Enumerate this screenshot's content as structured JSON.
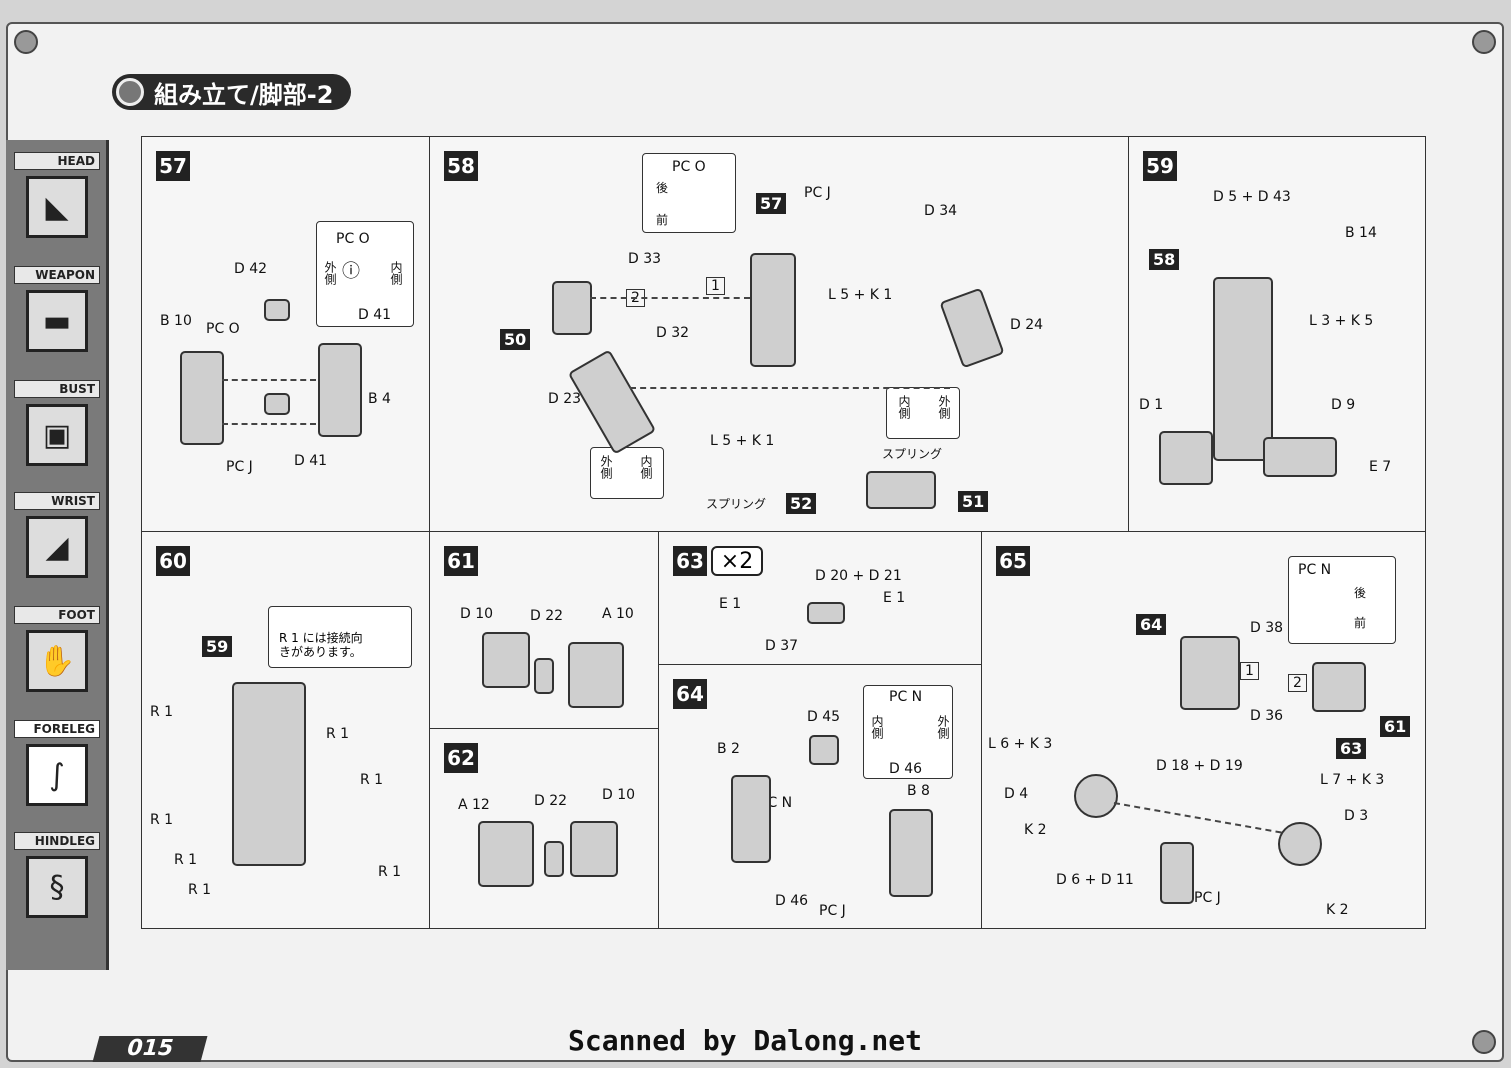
{
  "title": "組み立て/脚部-2",
  "sidebar": {
    "items": [
      {
        "label": "HEAD"
      },
      {
        "label": "WEAPON"
      },
      {
        "label": "BUST"
      },
      {
        "label": "WRIST"
      },
      {
        "label": "FOOT"
      },
      {
        "label": "FORELEG"
      },
      {
        "label": "HINDLEG"
      }
    ]
  },
  "steps": {
    "s57": {
      "num": "57",
      "pc_top": "PC O",
      "outer": "外側",
      "inner": "内側",
      "d42": "D 42",
      "d41a": "D 41",
      "b10": "B 10",
      "pco": "PC O",
      "b4": "B 4",
      "pcj": "PC J",
      "d41b": "D 41"
    },
    "s58": {
      "num": "58",
      "pco": "PC O",
      "rear": "後",
      "front": "前",
      "step57": "57",
      "pcj": "PC J",
      "d34": "D 34",
      "d33": "D 33",
      "n1": "1",
      "n2": "2",
      "d32": "D 32",
      "l5k1a": "L 5 + K 1",
      "d24": "D 24",
      "p50": "50",
      "d23": "D 23",
      "inner": "内側",
      "outer": "外側",
      "l5k1b": "L 5 + K 1",
      "spring1": "スプリング",
      "spring2": "スプリング",
      "outer2": "外側",
      "inner2": "内側",
      "p52": "52",
      "p51": "51"
    },
    "s59": {
      "num": "59",
      "d5d43": "D 5 + D 43",
      "b14": "B 14",
      "step58": "58",
      "l3k5": "L 3 + K 5",
      "d1": "D 1",
      "d9": "D 9",
      "e7": "E 7"
    },
    "s60": {
      "num": "60",
      "step59": "59",
      "note": "R 1 には接続向きがあります。",
      "r": "R 1"
    },
    "s61": {
      "num": "61",
      "d10": "D 10",
      "d22": "D 22",
      "a10": "A 10"
    },
    "s62": {
      "num": "62",
      "a12": "A 12",
      "d22": "D 22",
      "d10": "D 10"
    },
    "s63": {
      "num": "63",
      "times": "×2",
      "d20d21": "D 20 + D 21",
      "e1a": "E 1",
      "e1b": "E 1",
      "d37": "D 37"
    },
    "s64": {
      "num": "64",
      "pcn": "PC N",
      "d45": "D 45",
      "inner": "内側",
      "outer": "外側",
      "b2": "B 2",
      "pcn2": "PC N",
      "d46a": "D 46",
      "b8": "B 8",
      "d46b": "D 46",
      "pcj": "PC J"
    },
    "s65": {
      "num": "65",
      "pcn": "PC N",
      "rear": "後",
      "front": "前",
      "d38": "D 38",
      "step64": "64",
      "n1": "1",
      "n2": "2",
      "step61": "61",
      "d36": "D 36",
      "l6k3": "L 6 + K 3",
      "step63": "63",
      "d18d19": "D 18 + D 19",
      "l7k3": "L 7 + K 3",
      "d4": "D 4",
      "d3": "D 3",
      "k2a": "K 2",
      "d6d11": "D 6 + D 11",
      "pcj": "PC J",
      "k2b": "K 2"
    }
  },
  "page_number": "015",
  "watermark": "Scanned by Dalong.net"
}
